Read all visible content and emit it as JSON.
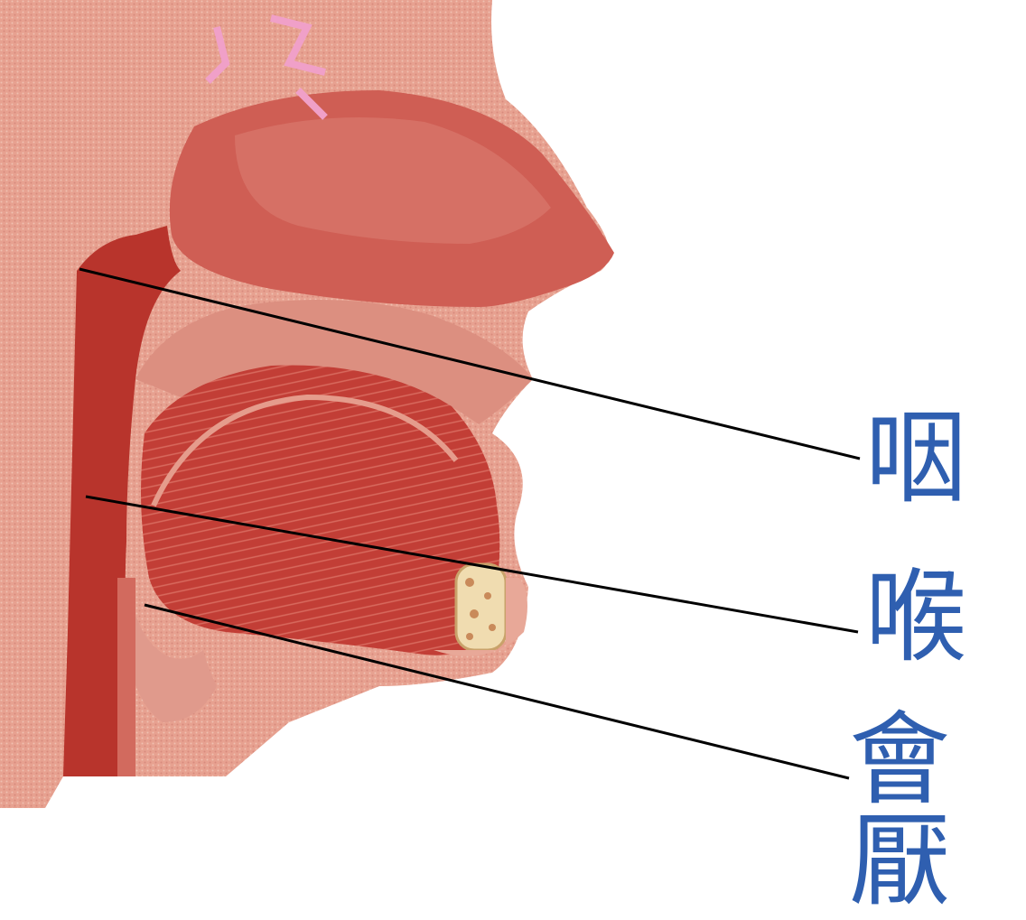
{
  "labels": {
    "pharynx": "咽",
    "larynx": "喉",
    "epiglottis": "會厭"
  },
  "colors": {
    "label_text": "#2f5fb0",
    "leader_line": "#000000",
    "skin": "#e8a898",
    "muscle": "#c8463c",
    "dark_muscle": "#b02e28",
    "nasal": "#d0625a"
  }
}
